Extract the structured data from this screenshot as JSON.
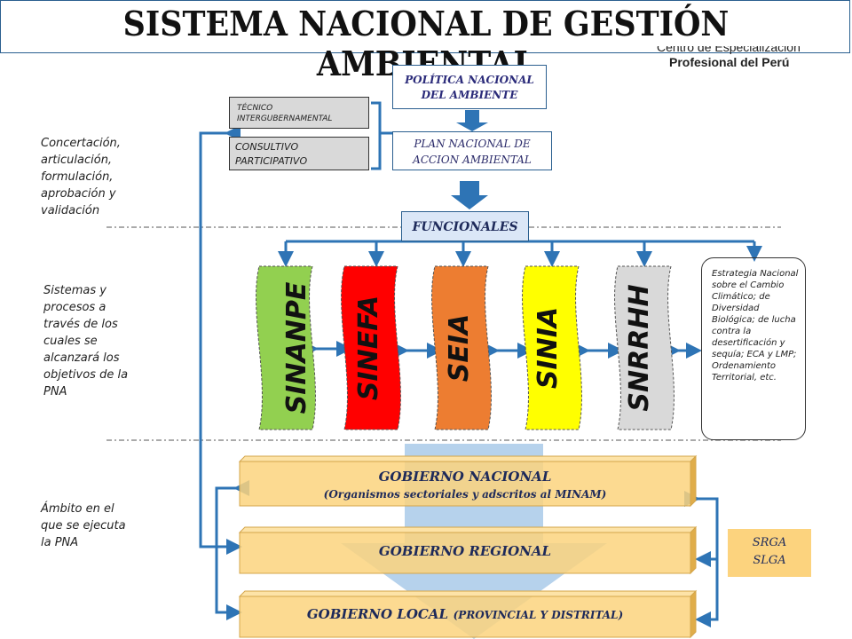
{
  "header": {
    "title": "SISTEMA NACIONAL DE GESTIÓN AMBIENTAL",
    "brand_line1": "Centro de Especialización",
    "brand_line2": "Profesional del Perú"
  },
  "top": {
    "politica": "POLÍTICA NACIONAL DEL AMBIENTE",
    "plan": "PLAN NACIONAL DE ACCION AMBIENTAL",
    "tecnico": "TÉCNICO INTERGUBERNAMENTAL",
    "consultivo": "CONSULTIVO PARTICIPATIVO",
    "funcionales": "FUNCIONALES"
  },
  "side_notes": {
    "concertacion": "Concertación, articulación, formulación, aprobación y validación",
    "sistemas": "Sistemas y procesos a través de los cuales se alcanzará los objetivos de la PNA",
    "ambito": "Ámbito en el que se ejecuta la PNA"
  },
  "systems": [
    {
      "label": "SINANPE",
      "color": "#92d050"
    },
    {
      "label": "SINEFA",
      "color": "#ff0000"
    },
    {
      "label": "SEIA",
      "color": "#ed7d31"
    },
    {
      "label": "SINIA",
      "color": "#ffff00"
    },
    {
      "label": "SNRRHH",
      "color": "#d9d9d9"
    }
  ],
  "estrategia": "Estrategia Nacional sobre el Cambio Climático; de Diversidad Biológica; de lucha contra la desertificación y sequía; ECA y LMP; Ordenamiento Territorial, etc.",
  "government": {
    "nacional_title": "GOBIERNO NACIONAL",
    "nacional_sub": "(Organismos sectoriales y adscritos al MINAM)",
    "regional_title": "GOBIERNO REGIONAL",
    "local_title": "GOBIERNO LOCAL",
    "local_sub": "(PROVINCIAL Y DISTRITAL)"
  },
  "srga": {
    "line1": "SRGA",
    "line2": "SLGA"
  },
  "colors": {
    "arrow_blue": "#2e74b5",
    "box_border": "#2a5f8f",
    "gov_fill": "#fcd37e",
    "funnel": "#9dc3e6"
  }
}
